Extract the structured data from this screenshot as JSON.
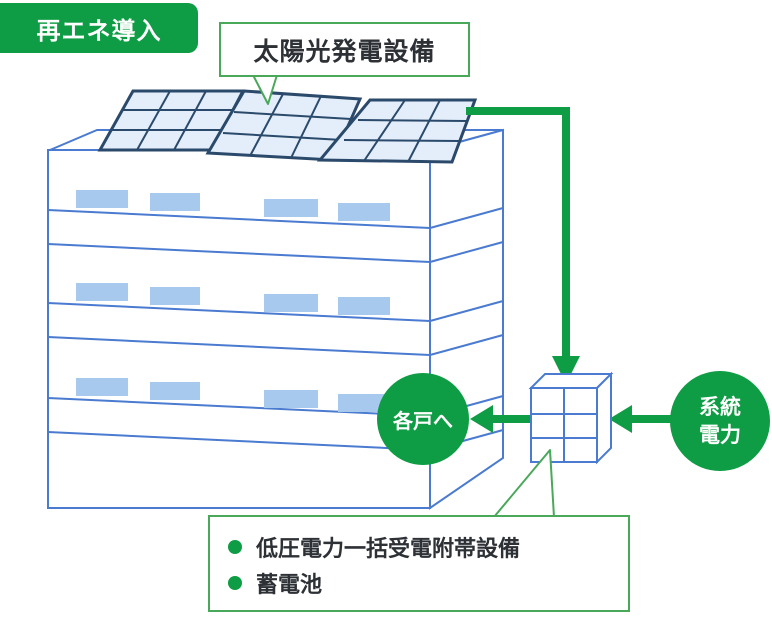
{
  "labels": {
    "renewable_tag": "再エネ導入",
    "solar_equipment": "太陽光発電設備",
    "to_households": "各戸へ",
    "grid_power_line1": "系統",
    "grid_power_line2": "電力"
  },
  "equipment_list": [
    "低圧電力一括受電附帯設備",
    "蓄電池"
  ],
  "colors": {
    "accent_green": "#0e9d44",
    "building_stroke": "#4a7bd0",
    "window_fill": "#a8c9ee",
    "panel_fill": "#e3eefa",
    "panel_frame": "#2b4a6b"
  },
  "icons": [
    "solar-panel-icon",
    "distribution-box-icon",
    "building-icon",
    "arrow-icon",
    "bullet-icon"
  ]
}
